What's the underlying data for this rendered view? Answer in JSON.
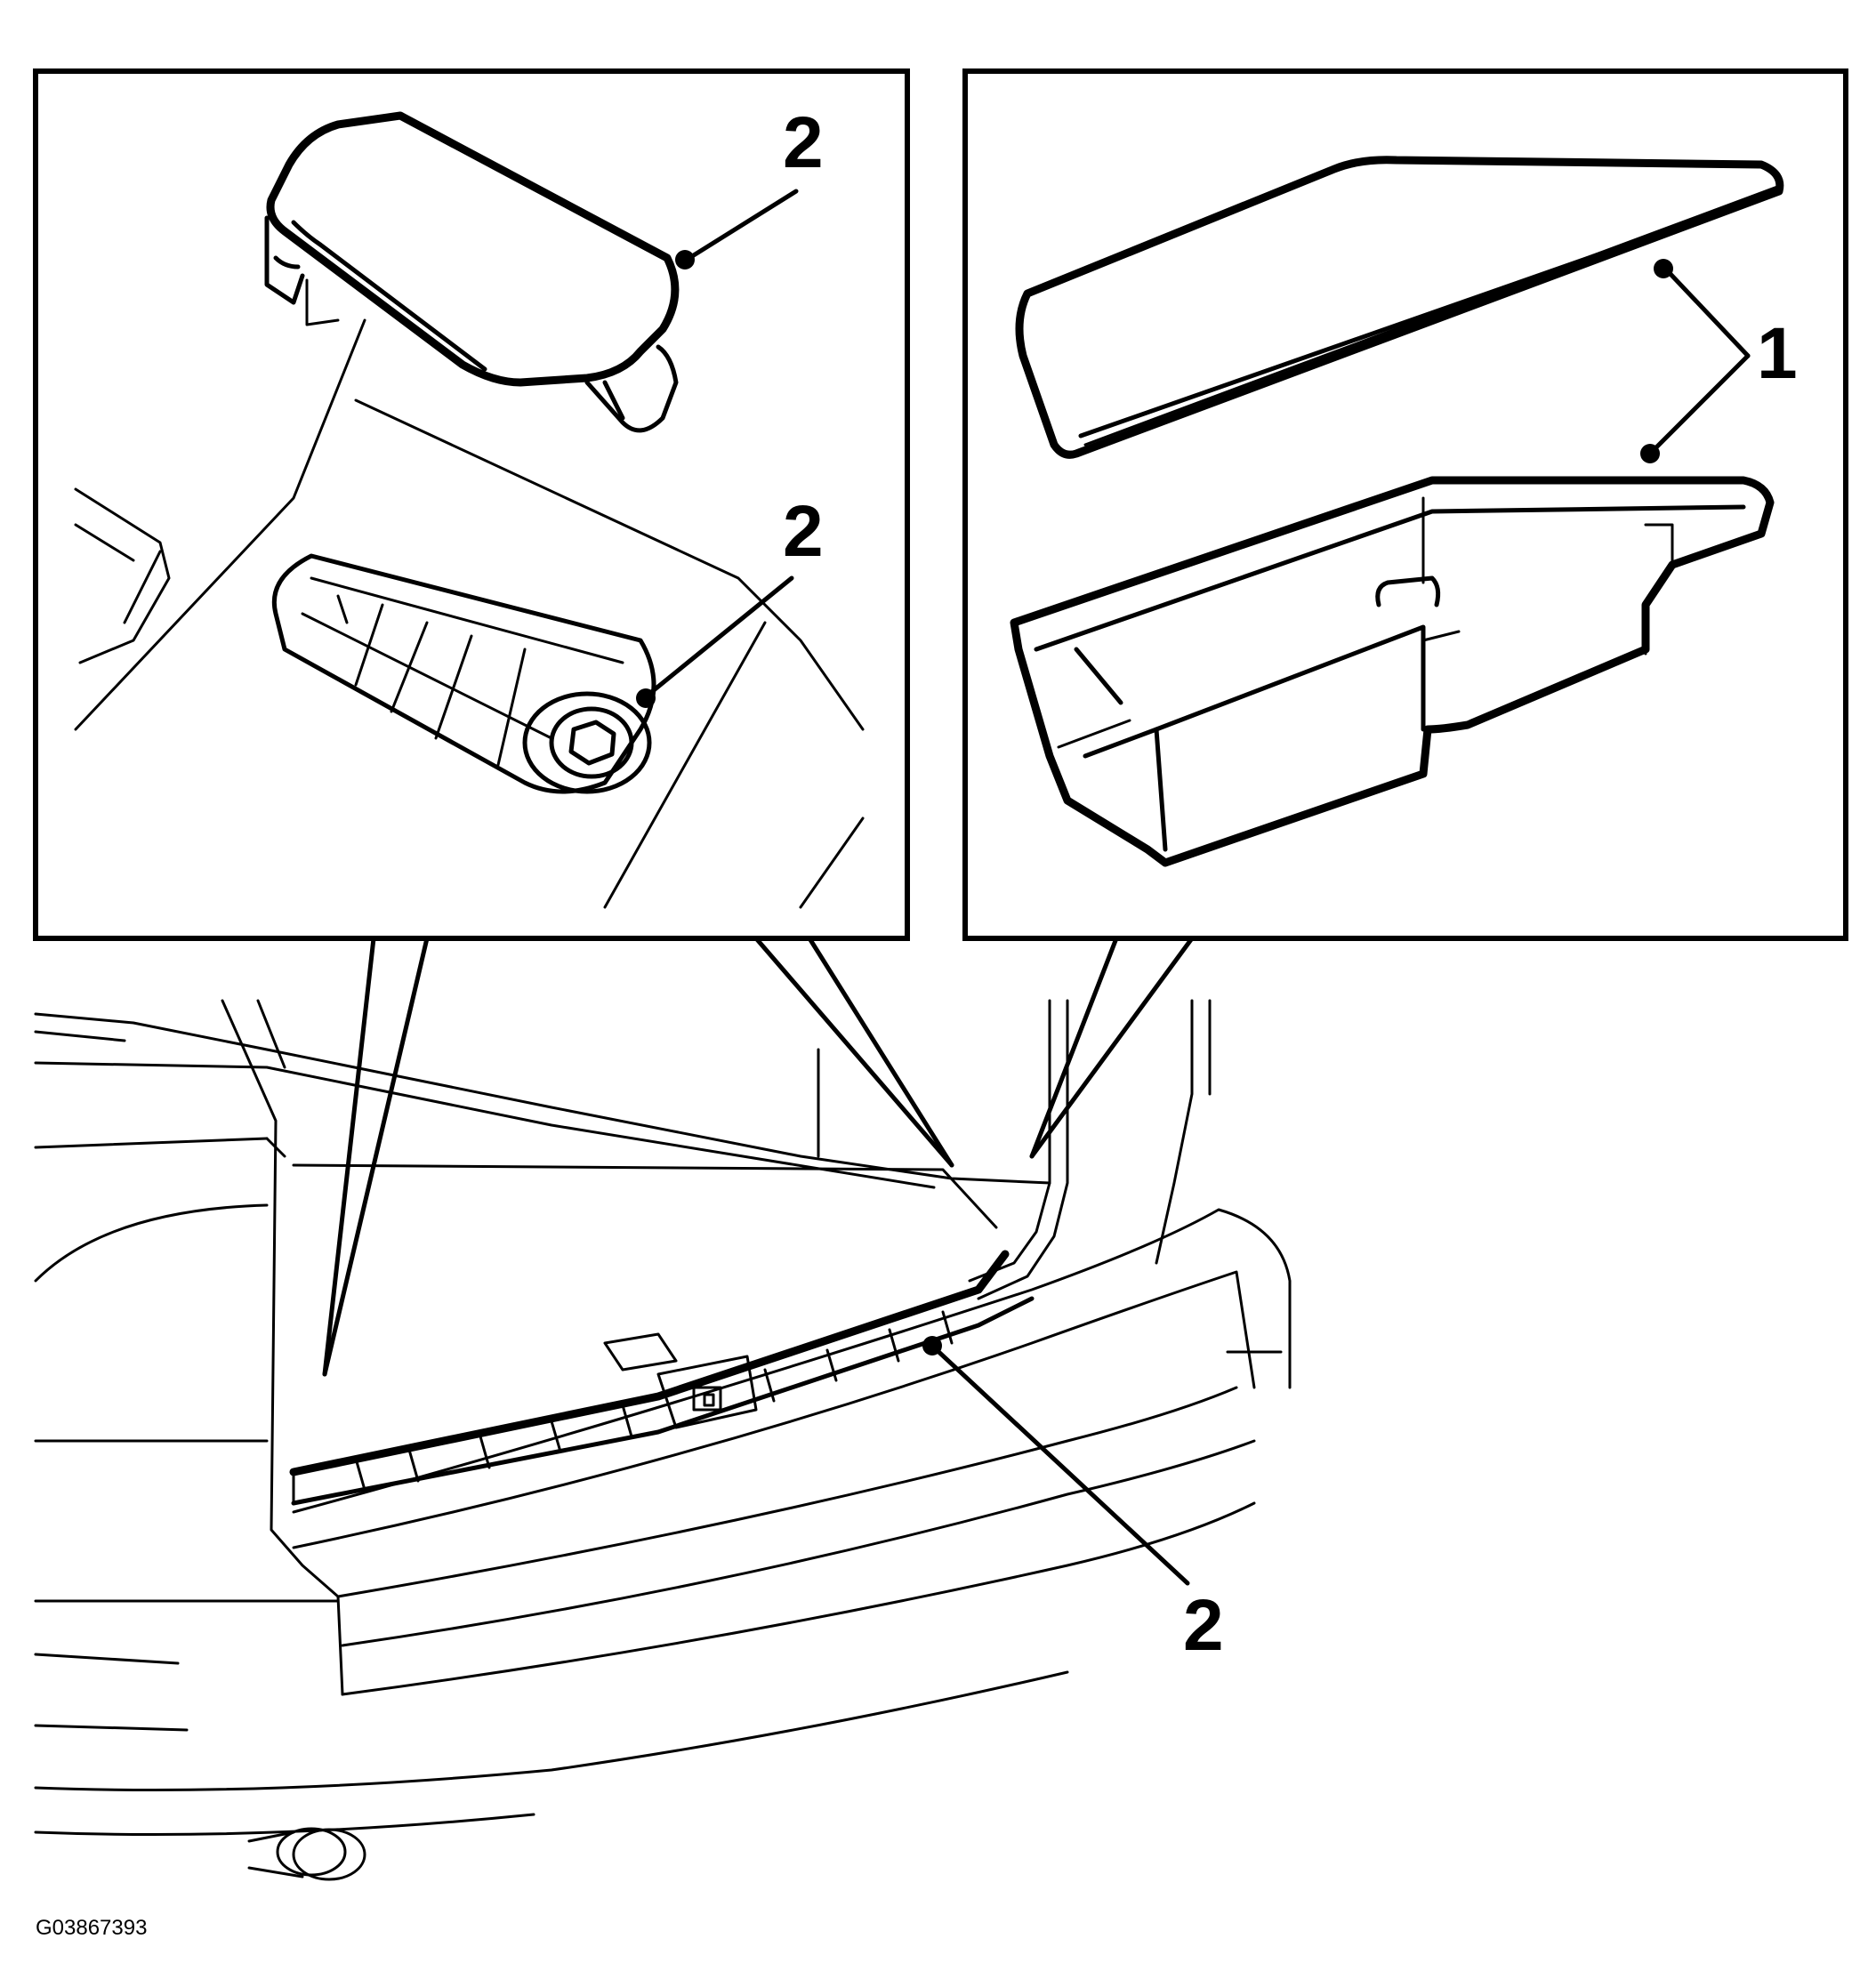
{
  "figure_id": "G03867393",
  "callouts": {
    "left_top": "2",
    "left_middle": "2",
    "right": "1",
    "bottom": "2"
  },
  "colors": {
    "line": "#000000",
    "background": "#ffffff"
  }
}
